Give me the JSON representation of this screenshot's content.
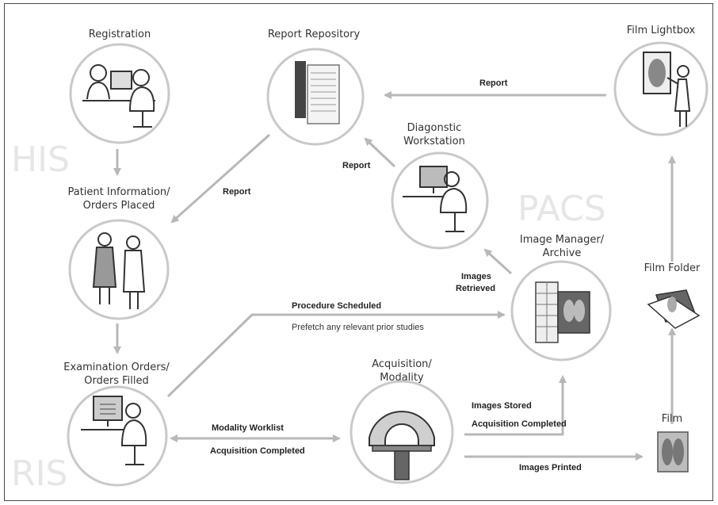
{
  "zones": {
    "his": "HIS",
    "pacs": "PACS",
    "ris": "RIS"
  },
  "nodes": {
    "registration": {
      "label": "Registration",
      "icon": "registration-desk-icon"
    },
    "report_repository": {
      "label": "Report Repository",
      "icon": "document-server-icon"
    },
    "film_lightbox": {
      "label": "Film Lightbox",
      "icon": "lightbox-viewer-icon"
    },
    "diagnostic_workstation": {
      "line1": "Diagonstic",
      "line2": "Workstation",
      "icon": "workstation-user-icon"
    },
    "patient_information": {
      "line1": "Patient Information/",
      "line2": "Orders Placed",
      "icon": "doctor-patient-icon"
    },
    "image_manager": {
      "line1": "Image Manager/",
      "line2": "Archive",
      "icon": "image-archive-icon"
    },
    "film_folder": {
      "label": "Film Folder",
      "icon": "film-folder-icon"
    },
    "examination_orders": {
      "line1": "Examination Orders/",
      "line2": "Orders Filled",
      "icon": "computer-desk-icon"
    },
    "acquisition": {
      "line1": "Acquisition/",
      "line2": "Modality",
      "icon": "ct-scanner-icon"
    },
    "film": {
      "label": "Film",
      "icon": "xray-film-icon"
    }
  },
  "flows": {
    "report_top": "Report",
    "report_workstation": "Report",
    "report_left": "Report",
    "images_retrieved_1": "Images",
    "images_retrieved_2": "Retrieved",
    "procedure_scheduled": "Procedure Scheduled",
    "prefetch": "Prefetch any relevant prior studies",
    "images_stored": "Images Stored",
    "acquisition_completed_right": "Acquisition Completed",
    "modality_worklist": "Modality Worklist",
    "acquisition_completed_left": "Acquisition Completed",
    "images_printed": "Images Printed"
  },
  "colors": {
    "circle_stroke": "#c9c9c9",
    "arrow": "#b8b8b8",
    "zone_text": "#e6e6e6"
  }
}
